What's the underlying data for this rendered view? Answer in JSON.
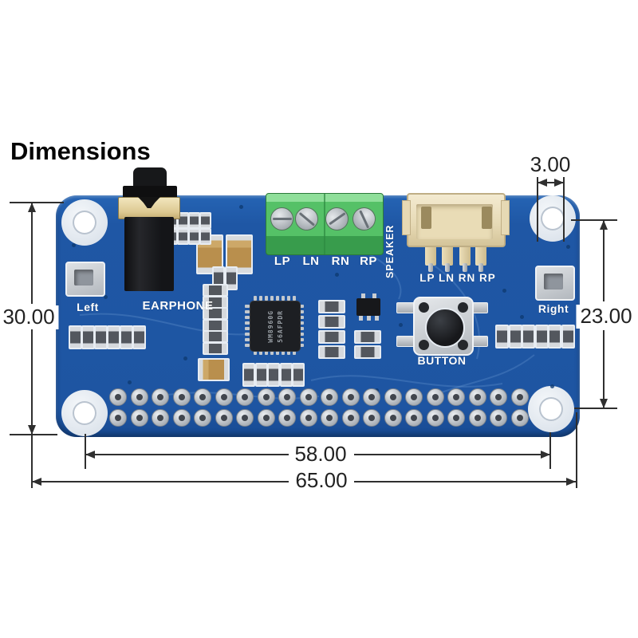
{
  "title": "Dimensions",
  "dimensions": {
    "hole_diameter": "3.00",
    "board_height": "30.00",
    "hole_span_vertical": "23.00",
    "hole_span_horizontal": "58.00",
    "board_width": "65.00"
  },
  "board": {
    "labels": {
      "left_mic": "Left",
      "right_mic": "Right",
      "earphone": "EARPHONE",
      "speaker": "SPEAKER",
      "button": "BUTTON"
    },
    "terminal_pins": [
      "LP",
      "LN",
      "RN",
      "RP"
    ],
    "speaker_connector_pins": "LP LN RN RP",
    "chip_marking": [
      "WM8960G",
      "56AFPDR"
    ]
  }
}
